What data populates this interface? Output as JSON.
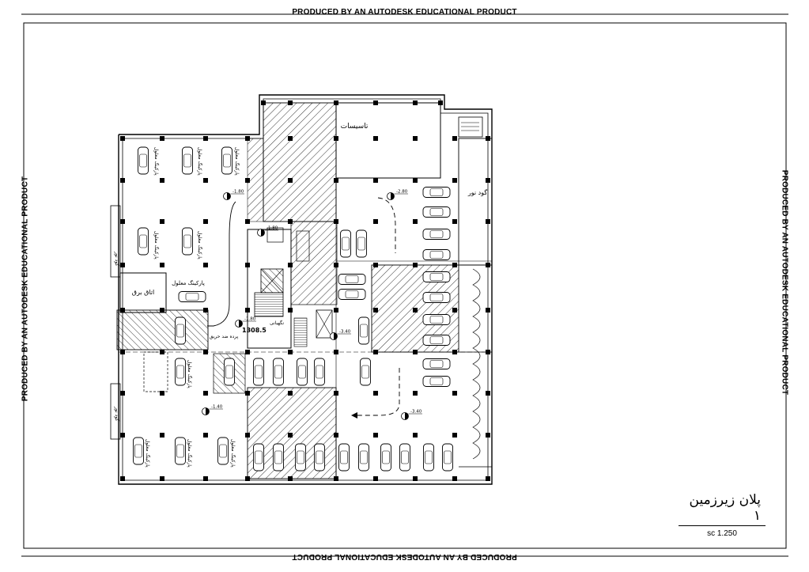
{
  "stamps": {
    "top": "PRODUCED BY AN AUTODESK EDUCATIONAL PRODUCT",
    "bottom": "PRODUCED BY AN AUTODESK EDUCATIONAL PRODUCT",
    "left": "PRODUCED BY AN AUTODESK EDUCATIONAL PRODUCT",
    "right": "PRODUCED BY AN AUTODESK EDUCATIONAL PRODUCT"
  },
  "rooms": {
    "installations": "تاسیسات",
    "light_well": "گود نور",
    "light_well_left_1": "گود نور",
    "light_well_left_2": "گود نور",
    "electric_room": "اتاق برق",
    "disabled_parking": "پارکینگ معلول",
    "disabled_parking_v1": "پارکینگ معلول",
    "disabled_parking_v2": "پارکینگ معلول",
    "disabled_parking_v3": "پارکینگ معلول",
    "disabled_parking_v4": "پارکینگ معلول",
    "disabled_parking_v5": "پارکینگ معلول",
    "disabled_parking_v6": "پارکینگ معلول",
    "disabled_parking_v7": "پارکینگ معلول",
    "disabled_parking_v8": "پارکینگ معلول",
    "disabled_parking_v9": "پارکینگ معلول",
    "guard": "نگهبانی",
    "fire_curtain": "پرده ضد حریق"
  },
  "levels": {
    "l1": "-1.80",
    "l2": "-2.80",
    "l3": "-1.80",
    "l4": "-1.80",
    "l5": "-3.40",
    "l6": "-1.40",
    "l7": "-3.40",
    "elevation": "1308.5"
  },
  "title_block": {
    "title": "پلان زیرزمین ۱",
    "scale": "sc 1.250"
  },
  "colors": {
    "line": "#000000",
    "hatch": "#000000",
    "paper": "#ffffff"
  }
}
